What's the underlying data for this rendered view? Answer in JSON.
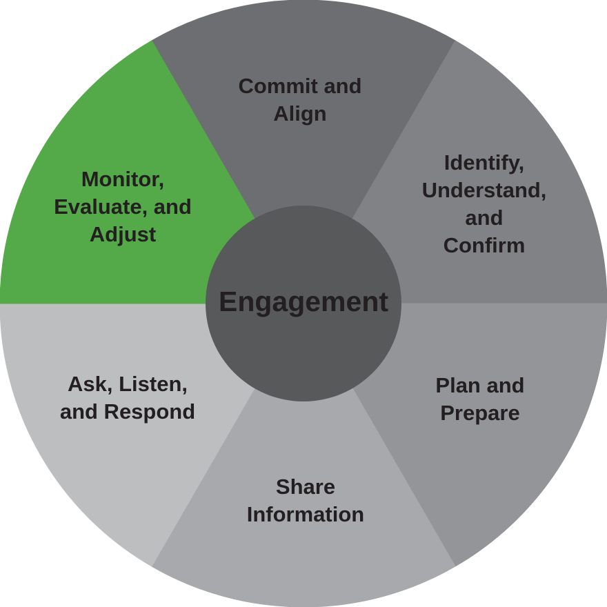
{
  "diagram": {
    "type": "process-wheel",
    "background_color": "#FFFFFF",
    "text_color": "#231F20",
    "highlight_color": "#54A948",
    "center": {
      "label": "Engagement",
      "color": "#58595B"
    },
    "segments": [
      {
        "id": "commit-and-align",
        "label": "Commit and\nAlign",
        "color": "#6D6E71",
        "position": "top",
        "highlighted": false
      },
      {
        "id": "identify-understand-confirm",
        "label": "Identify,\nUnderstand,\nand Confirm",
        "color": "#808285",
        "position": "upper-right",
        "highlighted": false
      },
      {
        "id": "plan-and-prepare",
        "label": "Plan and\nPrepare",
        "color": "#939598",
        "position": "lower-right",
        "highlighted": false
      },
      {
        "id": "share-information",
        "label": "Share\nInformation",
        "color": "#A7A9AC",
        "position": "bottom",
        "highlighted": false
      },
      {
        "id": "ask-listen-and-respond",
        "label": "Ask, Listen,\nand Respond",
        "color": "#BCBEC0",
        "position": "lower-left",
        "highlighted": false
      },
      {
        "id": "monitor-evaluate-and-adjust",
        "label": "Monitor,\nEvaluate, and\nAdjust",
        "color": "#54A948",
        "position": "upper-left",
        "highlighted": true
      }
    ]
  }
}
